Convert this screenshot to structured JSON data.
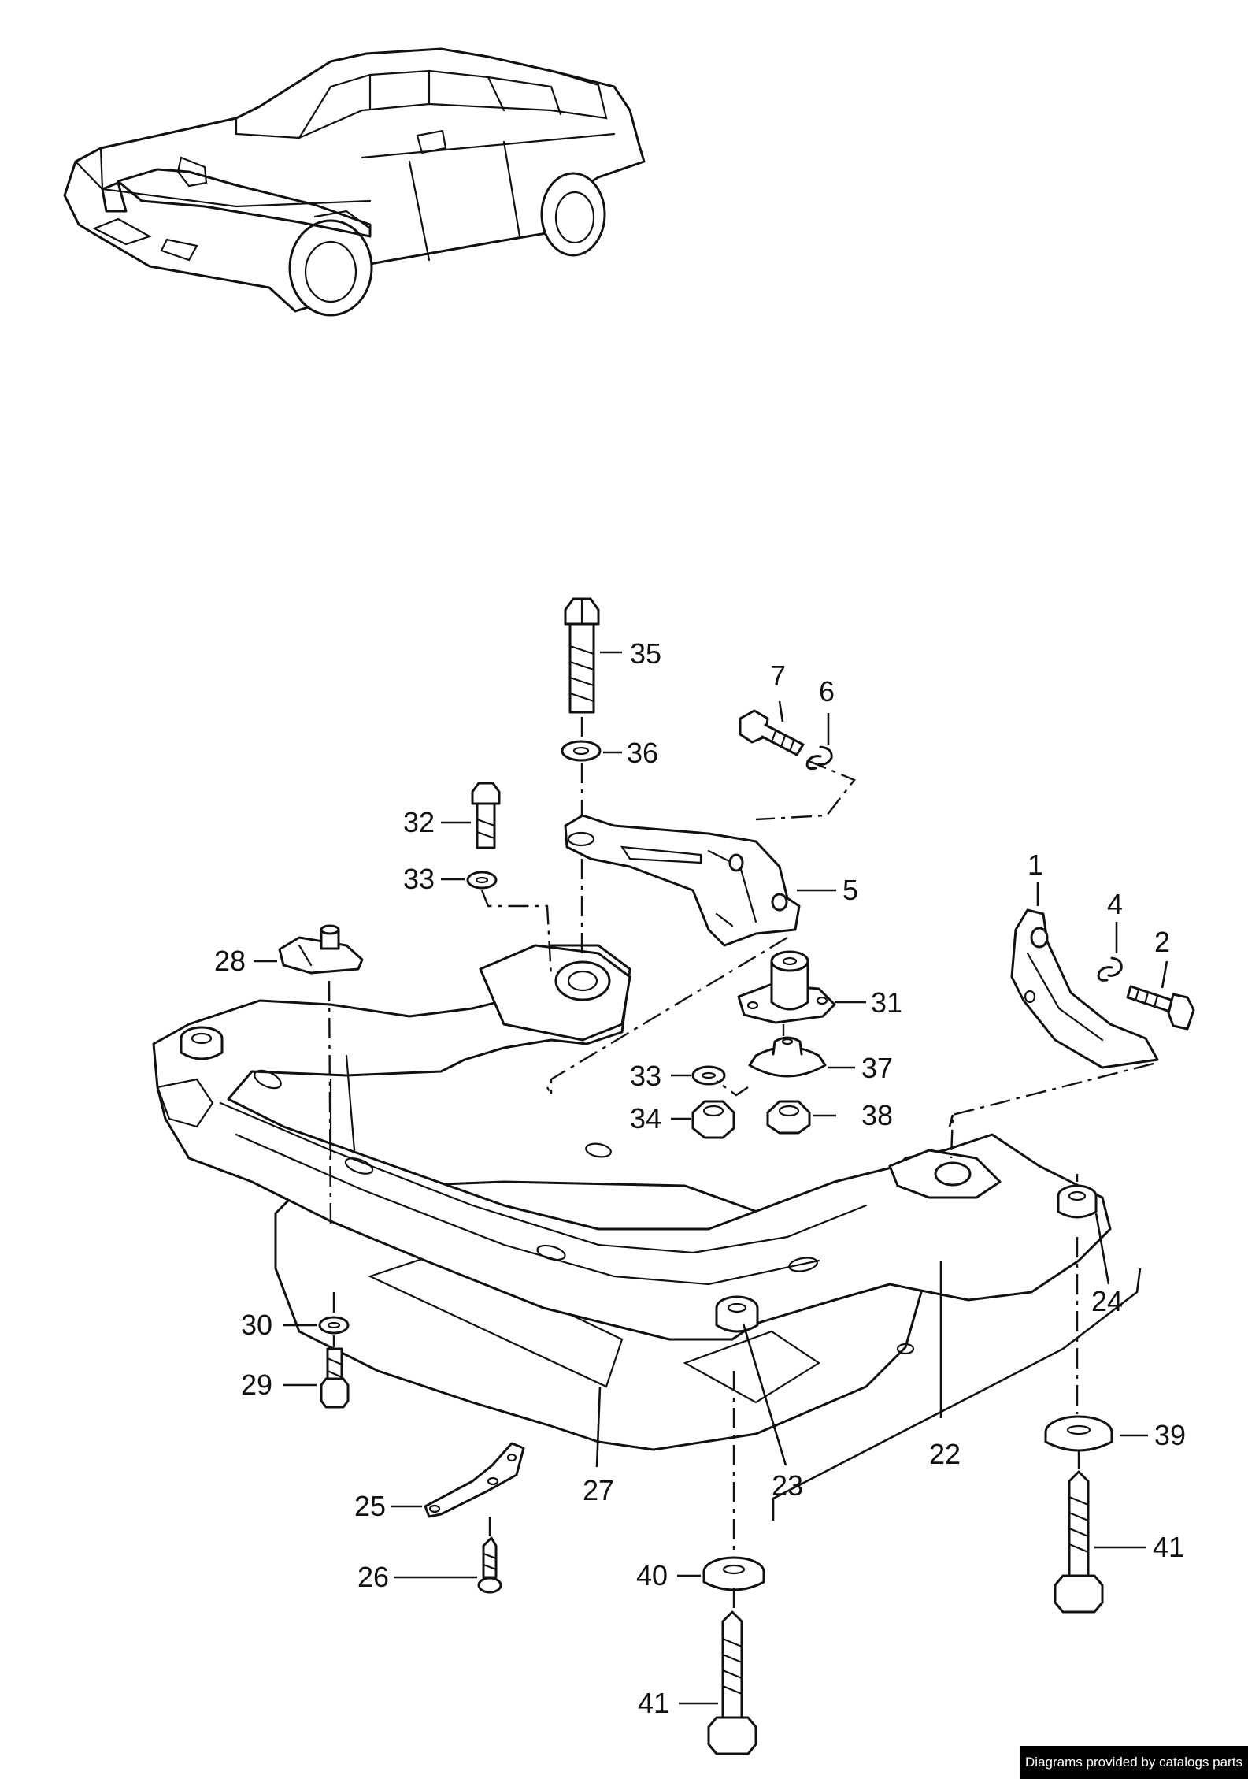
{
  "labels": [
    {
      "id": "1",
      "text": "1"
    },
    {
      "id": "2",
      "text": "2"
    },
    {
      "id": "4",
      "text": "4"
    },
    {
      "id": "5",
      "text": "5"
    },
    {
      "id": "6",
      "text": "6"
    },
    {
      "id": "7",
      "text": "7"
    },
    {
      "id": "22",
      "text": "22"
    },
    {
      "id": "23",
      "text": "23"
    },
    {
      "id": "24",
      "text": "24"
    },
    {
      "id": "25",
      "text": "25"
    },
    {
      "id": "26",
      "text": "26"
    },
    {
      "id": "27",
      "text": "27"
    },
    {
      "id": "28",
      "text": "28"
    },
    {
      "id": "29",
      "text": "29"
    },
    {
      "id": "30",
      "text": "30"
    },
    {
      "id": "31",
      "text": "31"
    },
    {
      "id": "32",
      "text": "32"
    },
    {
      "id": "33a",
      "text": "33"
    },
    {
      "id": "33b",
      "text": "33"
    },
    {
      "id": "34",
      "text": "34"
    },
    {
      "id": "35",
      "text": "35"
    },
    {
      "id": "36",
      "text": "36"
    },
    {
      "id": "37",
      "text": "37"
    },
    {
      "id": "38",
      "text": "38"
    },
    {
      "id": "39",
      "text": "39"
    },
    {
      "id": "40",
      "text": "40"
    },
    {
      "id": "41a",
      "text": "41"
    },
    {
      "id": "41b",
      "text": "41"
    }
  ],
  "credit": "Diagrams provided by catalogs parts"
}
